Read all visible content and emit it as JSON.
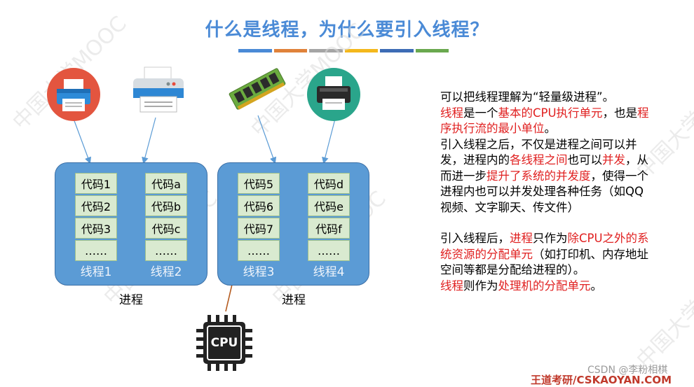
{
  "title": "什么是线程，为什么要引入线程？",
  "title_bar_colors": [
    "#4a8ad6",
    "#e0823a",
    "#a5a5a5",
    "#f4b81c",
    "#3d6cb5",
    "#6aa84f"
  ],
  "watermark": "中国大学MOOC",
  "devices": {
    "icons": [
      "printer-red-icon",
      "printer-gray-icon",
      "memory-chip-icon",
      "scanner-printer-icon",
      "cpu-chip-icon"
    ],
    "cpu_label": "CPU"
  },
  "processes": [
    {
      "label": "进程",
      "threads": [
        {
          "label": "线程1",
          "cells": [
            "代码1",
            "代码2",
            "代码3",
            "……"
          ]
        },
        {
          "label": "线程2",
          "cells": [
            "代码a",
            "代码b",
            "代码c",
            "……"
          ]
        }
      ]
    },
    {
      "label": "进程",
      "threads": [
        {
          "label": "线程3",
          "cells": [
            "代码5",
            "代码6",
            "代码7",
            "……"
          ]
        },
        {
          "label": "线程4",
          "cells": [
            "代码d",
            "代码e",
            "代码f",
            "……"
          ]
        }
      ]
    }
  ],
  "explanation": {
    "p1": "可以把线程理解为“轻量级进程”。",
    "p2_a": "线程",
    "p2_b": "是一个",
    "p2_c": "基本的CPU执行单元",
    "p2_d": "，也是",
    "p2_e": "程序执行流的最小单位",
    "p2_f": "。",
    "p3_a": "引入线程之后，不仅是进程之间可以并发，进程内的",
    "p3_b": "各线程之间",
    "p3_c": "也可以",
    "p3_d": "并发",
    "p3_e": "，从而进一步",
    "p3_f": "提升了系统的并发度",
    "p3_g": "，使得一个进程内也可以并发处理各种任务（如QQ视频、文字聊天、传文件）",
    "p4_a": "引入线程后，",
    "p4_b": "进程",
    "p4_c": "只作为",
    "p4_d": "除CPU之外的系统资源的分配单元",
    "p4_e": "（如打印机、内存地址空间等都是分配给进程的）。",
    "p5_a": "线程",
    "p5_b": "则作为",
    "p5_c": "处理机的分配单元",
    "p5_d": "。"
  },
  "footer": "王道考研/CSKAOYAN.COM",
  "csdn_watermark": "CSDN @李粉相棋"
}
